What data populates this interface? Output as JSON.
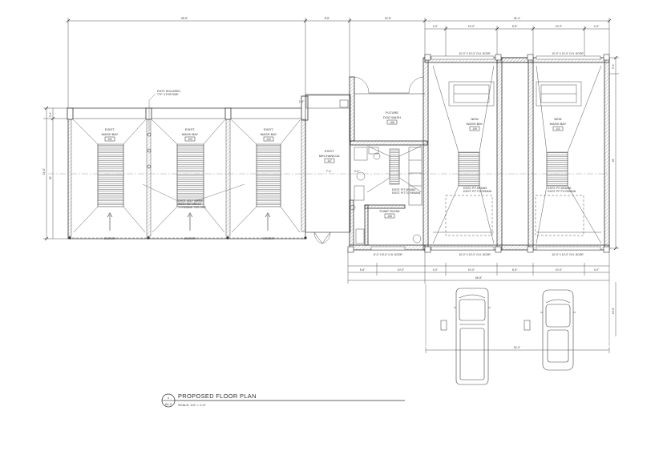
{
  "title_block": {
    "sheet_number": "1",
    "sheet_ref": "A1.2",
    "title": "PROPOSED FLOOR PLAN",
    "scale": "SCALE: 1/4\" = 1'-0\""
  },
  "rooms": {
    "wash_bay_1": {
      "line1": "EXIST.",
      "line2": "WASH BAY",
      "tag": "102"
    },
    "wash_bay_2": {
      "line1": "EXIST.",
      "line2": "WASH BAY",
      "tag": "103"
    },
    "wash_bay_3": {
      "line1": "EXIST.",
      "line2": "WASH BAY",
      "tag": "104"
    },
    "mechanical": {
      "line1": "EXIST.",
      "line2": "MECHANICAL",
      "tag": "107"
    },
    "dog_wash": {
      "line1": "FUTURE",
      "line2": "DOG WASH",
      "tag": "106"
    },
    "pump_room": {
      "line1": "PUMP ROOM",
      "tag": "108"
    },
    "new_bay_1": {
      "line1": "NEW",
      "line2": "WASH BAY",
      "tag": "109"
    },
    "new_bay_2": {
      "line1": "NEW",
      "line2": "WASH BAY",
      "tag": "110"
    }
  },
  "labels": {
    "enter_1": "ENTER",
    "enter_2": "ENTER",
    "enter_3": "ENTER",
    "bollards_1": "EXIST. BOLLARDS,",
    "bollards_2": "TYP. 3 THIS SIDE",
    "self_serve_1": "EXIST. SELF SERVE",
    "self_serve_2": "WASH BAY AREAS",
    "self_serve_3": "TO REMAIN THIS SIDE",
    "drain_a1": "EXIST. PIT DRAINS",
    "drain_a2": "EXIST. PIT TO REMAIN",
    "drain_b1": "EXIST. PIT DRAINS",
    "drain_b2": "EXIST. PIT TO REMAIN",
    "drain_c1": "EXIST. PIT DRAINS",
    "drain_c2": "EXIST. PIT TO REMAIN",
    "door_top_1": "10'-0\" X 10'-0\" O.H. DOOR",
    "door_top_2": "10'-0\" X 10'-0\" O.H. DOOR",
    "door_bot_1": "10'-0\" X 10'-0\" O.H. DOOR",
    "door_bot_2": "10'-0\" X 10'-0\" O.H. DOOR",
    "door_pump": "8'-0\" X 8'-0\" O.H. DOOR"
  },
  "dimensions": {
    "top_overall": "48'-8\"",
    "top_mech": "8'-8\"",
    "top_dog": "15'-8\"",
    "top_new": "34'-4\"",
    "top_s1": "4'-0\"",
    "top_s2": "10'-0\"",
    "top_s3": "6'-8\"",
    "top_s4": "10'-0\"",
    "top_s5": "4'-0\"",
    "left_overall": "24'-8\"",
    "left_a": "3'-4\"",
    "left_b": "22'",
    "right_a": "3'-4\"",
    "right_b": "22'",
    "mid_a": "2'-0\"",
    "mid_b": "1'-4\"",
    "mid_c": "7'-4\"",
    "bot_1": "5'-8\"",
    "bot_2": "10'-0\"",
    "bot_3": "4'-0\"",
    "bot_4": "10'-0\"",
    "bot_5": "6'-8\"",
    "bot_6": "10'-0\"",
    "bot_7": "4'-0\"",
    "bot_overall": "48'-8\"",
    "parking_width": "34'-0\"",
    "parking_depth": "19'-8\""
  }
}
